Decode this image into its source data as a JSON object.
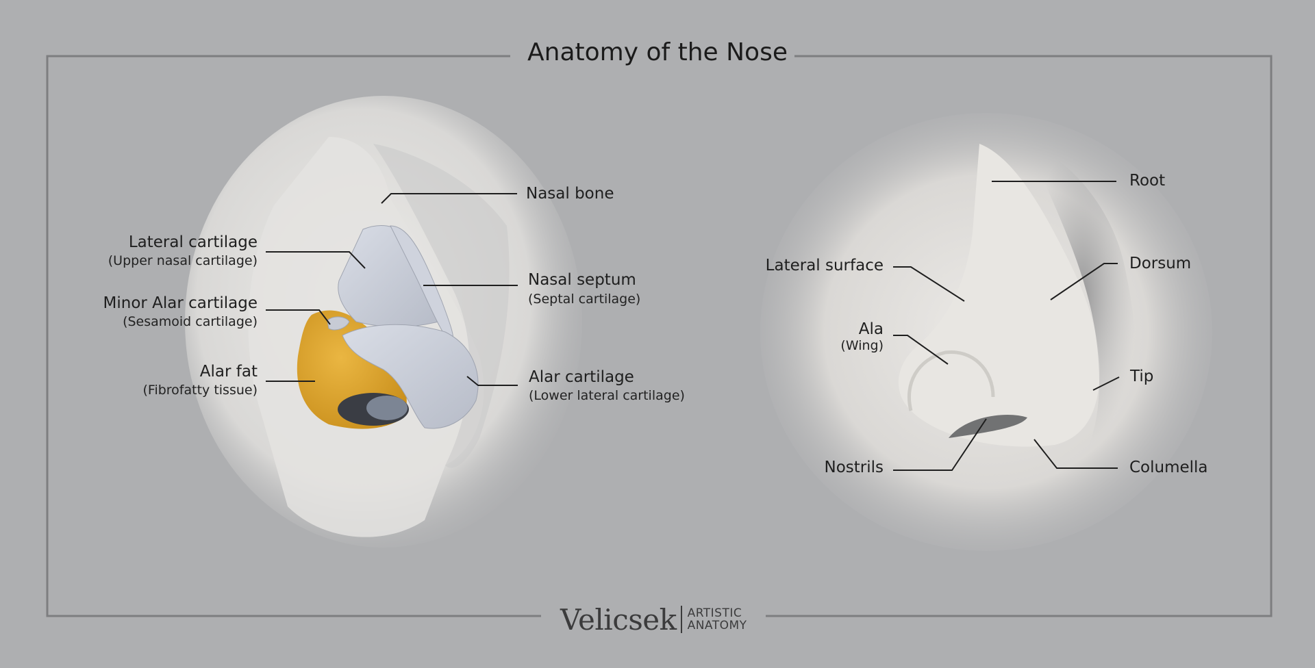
{
  "title": "Anatomy of the Nose",
  "left_labels": {
    "nasal_bone": "Nasal bone",
    "lateral_cartilage": "Lateral cartilage",
    "lateral_cartilage_sub": "(Upper nasal cartilage)",
    "minor_alar": "Minor Alar cartilage",
    "minor_alar_sub": "(Sesamoid cartilage)",
    "alar_fat": "Alar fat",
    "alar_fat_sub": "(Fibrofatty tissue)",
    "nasal_septum": "Nasal septum",
    "nasal_septum_sub": "(Septal cartilage)",
    "alar_cartilage": "Alar cartilage",
    "alar_cartilage_sub": "(Lower lateral cartilage)"
  },
  "right_labels": {
    "root": "Root",
    "dorsum": "Dorsum",
    "lateral_surface": "Lateral surface",
    "ala": "Ala",
    "ala_sub": "(Wing)",
    "tip": "Tip",
    "nostrils": "Nostrils",
    "columella": "Columella"
  },
  "logo": {
    "brand": "Velicsek",
    "tag_line1": "ARTISTIC",
    "tag_line2": "ANATOMY"
  },
  "colors": {
    "background": "#aeafb1",
    "frame": "#7d7e80",
    "cartilage": "#c8ccd6",
    "alar_fat": "#e0aa2a",
    "skin": "#e6e4e1"
  }
}
